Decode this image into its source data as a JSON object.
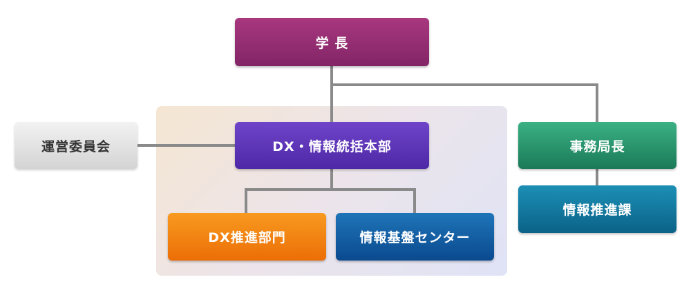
{
  "org_chart": {
    "president": {
      "label": "学 長"
    },
    "committee": {
      "label": "運営委員会"
    },
    "dx_hq": {
      "label": "DX・情報統括本部"
    },
    "dx_dept": {
      "label": "DX推進部門"
    },
    "info_center": {
      "label": "情報基盤センター"
    },
    "secretary": {
      "label": "事務局長"
    },
    "info_promo": {
      "label": "情報推進課"
    }
  },
  "colors": {
    "president": "#932c73",
    "committee": "#e3e3e3",
    "dx_hq": "#5c34b8",
    "dx_dept": "#f28312",
    "info_center": "#155e a3",
    "secretary": "#2a9570",
    "info_promo": "#13789e",
    "connector": "#8a8a8a"
  }
}
